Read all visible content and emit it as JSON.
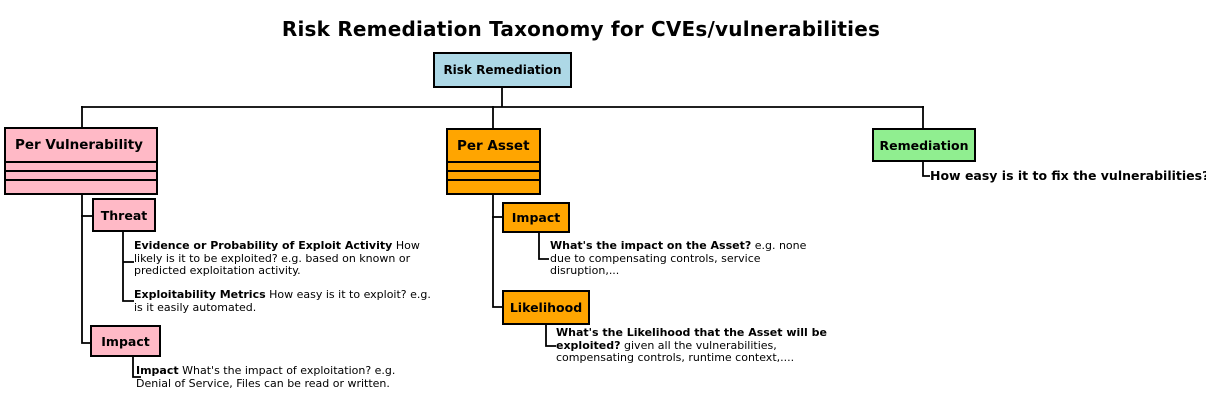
{
  "title": "Risk Remediation Taxonomy for CVEs/vulnerabilities",
  "colors": {
    "root": "#ADD8E6",
    "vulnerability": "#FFB9C6",
    "asset": "#FFA500",
    "remediation": "#90EE90",
    "line": "#000000"
  },
  "root": {
    "label": "Risk Remediation"
  },
  "per_vulnerability": {
    "label": "Per Vulnerability",
    "threat": {
      "label": "Threat",
      "items": [
        {
          "lead": "Evidence or Probability of Exploit Activity",
          "rest": "How likely is it to be exploited? e.g. based on known or predicted exploitation activity."
        },
        {
          "lead": "Exploitability Metrics",
          "rest": "How easy is it to exploit? e.g. is it easily automated."
        }
      ]
    },
    "impact": {
      "label": "Impact",
      "items": [
        {
          "lead": "Impact",
          "rest": "What's the impact of exploitation? e.g. Denial of Service, Files can be read or written."
        }
      ]
    }
  },
  "per_asset": {
    "label": "Per Asset",
    "impact": {
      "label": "Impact",
      "items": [
        {
          "lead": "What's the impact on the Asset?",
          "rest": "e.g. none due to compensating controls, service disruption,..."
        }
      ]
    },
    "likelihood": {
      "label": "Likelihood",
      "items": [
        {
          "lead": "What's the Likelihood that the Asset will be exploited?",
          "rest": "given all the vulnerabilities, compensating controls, runtime context,...."
        }
      ]
    }
  },
  "remediation": {
    "label": "Remediation",
    "items": [
      {
        "lead": "How easy is it to fix the vulnerabilities?",
        "rest": ""
      }
    ]
  }
}
